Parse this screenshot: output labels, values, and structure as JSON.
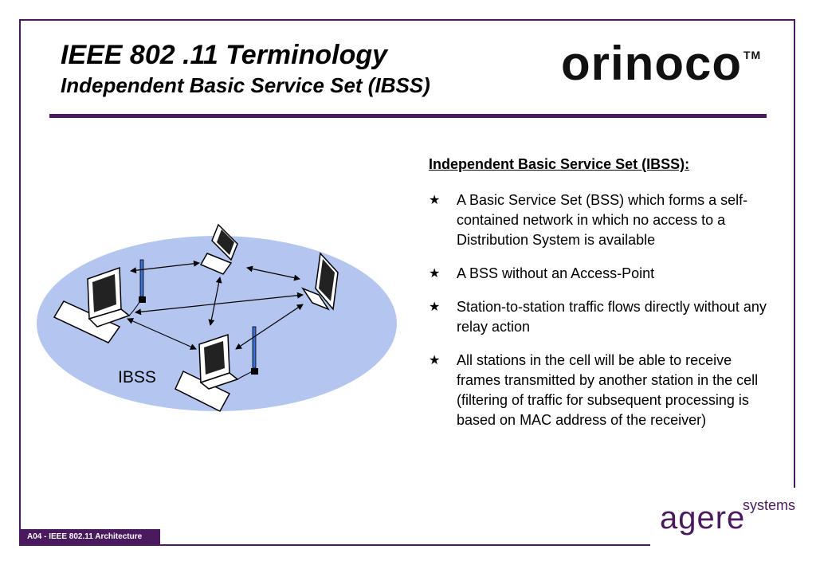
{
  "header": {
    "title": "IEEE 802 .11 Terminology",
    "subtitle": "Independent Basic Service Set (IBSS)",
    "logo": "orinoco",
    "logo_tm": "TM"
  },
  "diagram": {
    "cell_label": "IBSS",
    "cell_color": "#b4c6f0"
  },
  "content": {
    "heading": "Independent Basic Service Set (IBSS):",
    "bullet_icon": "star-icon",
    "bullets": [
      "A Basic Service Set (BSS) which forms a self-contained network in which no access to a Distribution System is available",
      "A BSS without an Access-Point",
      "Station-to-station traffic flows directly without any relay action",
      "All stations in the cell will be able to receive frames transmitted by another station in the cell (filtering of traffic for subsequent processing is based on MAC address of the receiver)"
    ]
  },
  "footer": {
    "tag": "A04 -  IEEE 802.11 Architecture",
    "company_name": "agere",
    "company_suffix": "systems"
  },
  "colors": {
    "accent": "#4b1a5e"
  }
}
